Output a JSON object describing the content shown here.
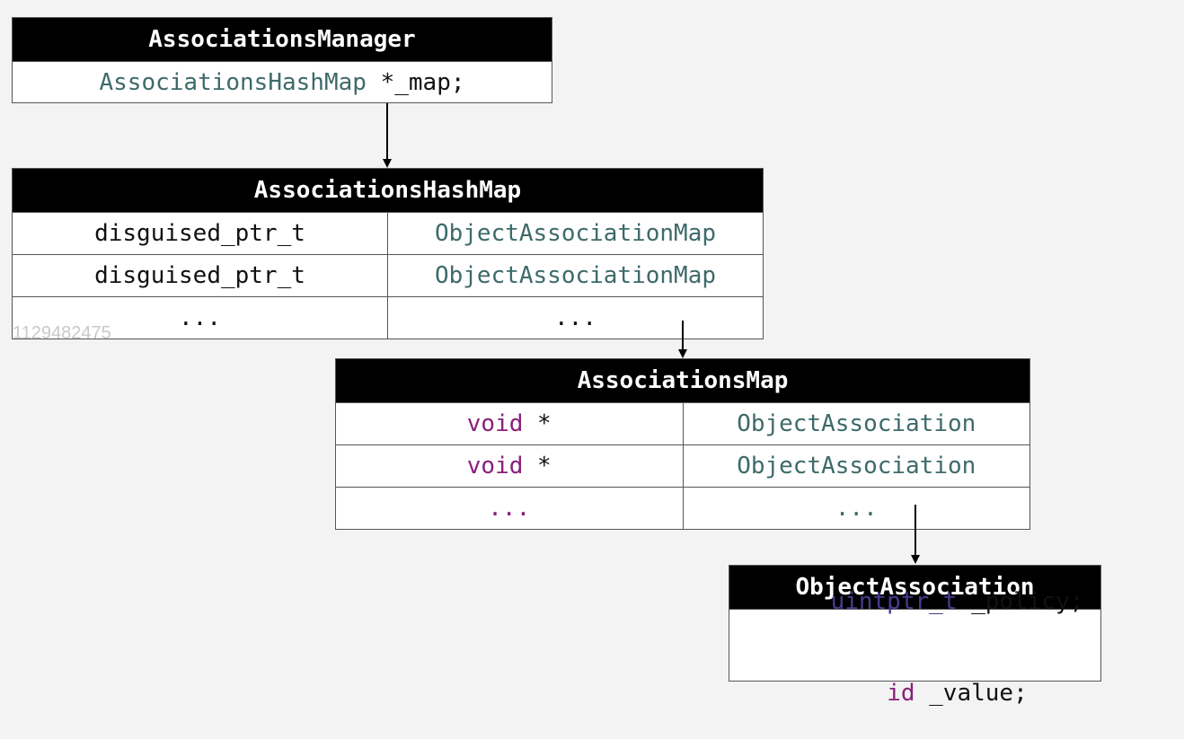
{
  "manager": {
    "title": "AssociationsManager",
    "field_type": "AssociationsHashMap",
    "field_name": " *_map;"
  },
  "hashmap": {
    "title": "AssociationsHashMap",
    "rows": [
      {
        "key": "disguised_ptr_t",
        "value": "ObjectAssociationMap"
      },
      {
        "key": "disguised_ptr_t",
        "value": "ObjectAssociationMap"
      },
      {
        "key": "...",
        "value": "..."
      }
    ]
  },
  "assocmap": {
    "title": "AssociationsMap",
    "rows": [
      {
        "key_type": "void",
        "key_ptr": " *",
        "value": "ObjectAssociation"
      },
      {
        "key_type": "void",
        "key_ptr": " *",
        "value": "ObjectAssociation"
      },
      {
        "key_type": "...",
        "key_ptr": "",
        "value": "..."
      }
    ]
  },
  "objassoc": {
    "title": "ObjectAssociation",
    "line1_type": "uintptr_t",
    "line1_name": " _policy;",
    "line2_type": "id",
    "line2_name": " _value;"
  },
  "watermark": "1129482475",
  "colors": {
    "header_bg": "#000000",
    "teal_type": "#3e6a6a",
    "keyword_purple": "#8a1f7a",
    "type_indigo": "#4a3a8c"
  }
}
